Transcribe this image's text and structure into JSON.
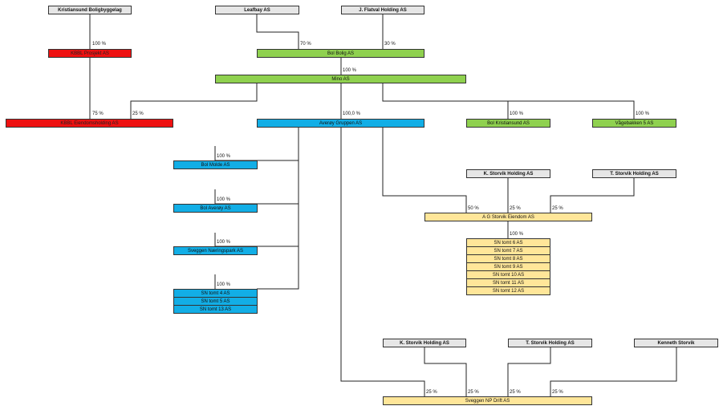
{
  "entities": {
    "kristiansund_boligbyggelag": "Kristiansund Boligbyggelag",
    "leafbay": "Leafbay AS",
    "j_flatval": "J. Flatval Holding AS",
    "kbbl_prosjekt": "KBBL Prosjekt AS",
    "bolbolig": "Bol Bolig AS",
    "mino": "Mino AS",
    "kbbl_eiendom": "KBBL Eiendomsholding AS",
    "averoy_gruppen": "Averøy Gruppen AS",
    "bol_kristiansund": "Bol Kristiansund AS",
    "vagebakken": "Vågebakken 5 AS",
    "bol_molde": "Bol Molde AS",
    "bol_averoy": "Bol Averøy AS",
    "sveggen_naering": "Sveggen Næringspark AS",
    "k_storvik_1": "K. Storvik Holding AS",
    "t_storvik_1": "T. Storvik Holding AS",
    "ag_storvik": "A G Storvik Eiendom AS",
    "k_storvik_2": "K. Storvik Holding AS",
    "t_storvik_2": "T. Storvik Holding AS",
    "kenneth_storvik": "Kenneth Storvik",
    "sveggen_np": "Sveggen NP Drift AS"
  },
  "sn_group_a": [
    "SN tomt 4 AS",
    "SN tomt 5 AS",
    "SN tomt 13 AS"
  ],
  "sn_group_b": [
    "SN tomt 6 AS",
    "SN tomt 7 AS",
    "SN tomt 8 AS",
    "SN tomt 9 AS",
    "SN tomt 10 AS",
    "SN tomt 11 AS",
    "SN tomt 12 AS"
  ],
  "ownership": {
    "kbbl_to_prosjekt": "100 %",
    "leafbay_to_bolbolig": "70 %",
    "flatval_to_bolbolig": "30 %",
    "bolbolig_to_mino": "100 %",
    "prosjekt_to_eiendom": "75 %",
    "mino_to_eiendom": "25 %",
    "mino_to_averoy": "100,0 %",
    "mino_to_bol_kristiansund": "100 %",
    "mino_to_vagebakken": "100 %",
    "averoy_to_molde": "100 %",
    "averoy_to_bol_averoy": "100 %",
    "averoy_to_sveggen_naering": "100 %",
    "averoy_to_sn_a": "100 %",
    "averoy_to_ag": "50 %",
    "kstorvik_to_ag": "25 %",
    "tstorvik_to_ag": "25 %",
    "ag_to_sn_b": "100 %",
    "averoy_to_np": "25 %",
    "kstorvik_to_np": "25 %",
    "tstorvik_to_np": "25 %",
    "kenneth_to_np": "25 %"
  },
  "colors": {
    "owner_gray": "#e6e6e6",
    "kbbl_red": "#ee1111",
    "bol_green": "#8fd14f",
    "averoy_blue": "#12aee6",
    "storvik_yellow": "#ffe699"
  }
}
